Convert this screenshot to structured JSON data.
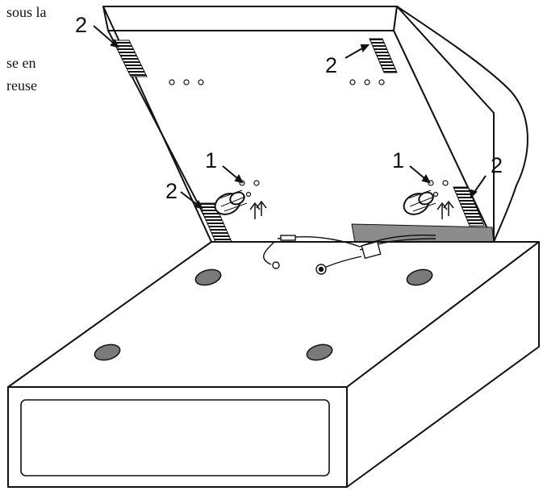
{
  "fragment_text": {
    "line1": "sous la",
    "line2": "se en",
    "line3": "reuse"
  },
  "callouts": {
    "label_1": "1",
    "label_2": "2"
  },
  "colors": {
    "ink": "#111111",
    "foot_fill": "#7a7a7a",
    "cable_shadow": "#8c8c8c"
  }
}
